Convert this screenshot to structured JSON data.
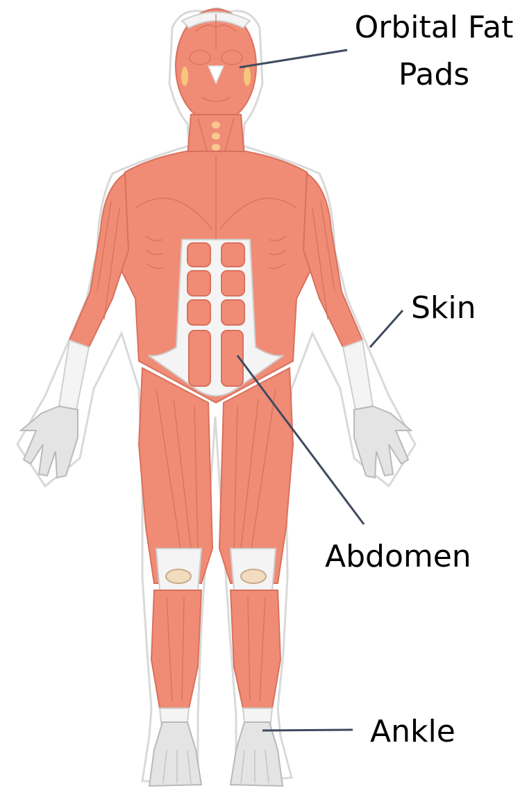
{
  "labels": {
    "orbital_line1": "Orbital Fat",
    "orbital_line2": "Pads",
    "skin": "Skin",
    "abdomen": "Abdomen",
    "ankle": "Ankle"
  },
  "colors": {
    "muscle": "#f08c76",
    "muscle_line": "#d46e5a",
    "tendon": "#f4f4f4",
    "bone": "#e4e4e4",
    "pointer": "#3e4a5e"
  }
}
